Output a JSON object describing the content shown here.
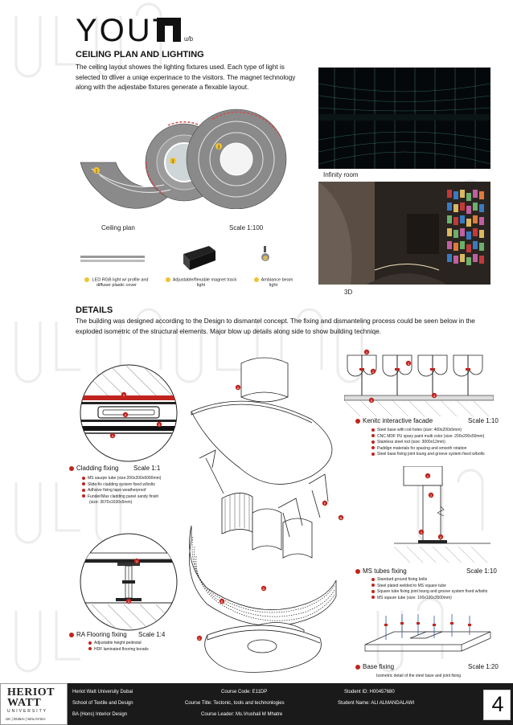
{
  "brand": {
    "logo_text": "YOUT",
    "logo_sub": "u/b"
  },
  "ceiling": {
    "title": "CEILING PLAN AND LIGHTING",
    "paragraph": "The ceiling layout showes the lighting fixtures used. Each type of light is selected to dliver a uniqe experinace to the visitors. The magnet technology along with the adjestabe fixtures generate a flexable layout.",
    "plan_label": "Ceiling plan",
    "scale": "Scale 1:100",
    "infinity_label": "Infinity room",
    "render_label": "3D",
    "markers": [
      "1",
      "2",
      "3"
    ],
    "fixtures": [
      {
        "num": "1",
        "label": "LED RGB light w/ profile and diffuser plastic cover"
      },
      {
        "num": "2",
        "label": "Adjustable/flexable magnet track light"
      },
      {
        "num": "3",
        "label": "Ambiance beam light"
      }
    ]
  },
  "details": {
    "title": "DETAILS",
    "paragraph": "The building was designed according to the Design to dismantel concept. The fixing and dismanteling process could be seen below in the exploded isometric of the structural elements. Major blow up details along side to show building techniqe.",
    "iso_markers": [
      "A",
      "B",
      "C",
      "D",
      "E",
      "F"
    ],
    "cladding": {
      "letter": "D",
      "title": "Cladding fixing",
      "scale": "Scale 1:1",
      "markers": [
        "1",
        "2",
        "3",
        "4"
      ],
      "items": [
        {
          "num": "1",
          "text": "MS sauqre tube (size:200x200x6000mm)"
        },
        {
          "num": "2",
          "text": "Slide-fix cladding system fixed w/bolts"
        },
        {
          "num": "3",
          "text": "Adhsive fixing tape weatherproof"
        },
        {
          "num": "4",
          "text": "Funder/Max cladding panel sandy finish"
        },
        {
          "num": "",
          "text": "(size: 3670x1630x5mm)"
        }
      ]
    },
    "flooring": {
      "letter": "E",
      "title": "RA Flooring fixing",
      "scale": "Scale 1:4",
      "markers": [
        "1",
        "2"
      ],
      "items": [
        {
          "num": "1",
          "text": "Adjustable height pedestal"
        },
        {
          "num": "2",
          "text": "HDF laminated flooring borads"
        }
      ]
    },
    "facade": {
      "letter": "A",
      "title": "Kenitc interactive facade",
      "scale": "Scale 1:10",
      "markers": [
        "1",
        "2",
        "3",
        "4",
        "5"
      ],
      "items": [
        {
          "num": "1",
          "text": "Steel base with rod holes (size: 400x200x5mm)"
        },
        {
          "num": "2",
          "text": "CNC MDF PU spary paint multi color (size: 200x200x50mm)"
        },
        {
          "num": "3",
          "text": "Stainless steel rod (size: 3000x12mm)"
        },
        {
          "num": "4",
          "text": "Paddign materials for spacing and smooth rotation"
        },
        {
          "num": "5",
          "text": "Steel base fixing joint toung and groove system fixed w/bolts"
        }
      ]
    },
    "mstubes": {
      "letter": "B",
      "title": "MS tubes fixing",
      "scale": "Scale 1:10",
      "markers": [
        "1",
        "2",
        "3",
        "4"
      ],
      "items": [
        {
          "num": "1",
          "text": "Standard ground fixing bolts"
        },
        {
          "num": "2",
          "text": "Steel plated welded to MS square tube"
        },
        {
          "num": "3",
          "text": "Square tube fixing joint toung and groove system fixed w/bolts"
        },
        {
          "num": "4",
          "text": "MS sqaure tube (size: 100x100x3500mm)"
        }
      ]
    },
    "base": {
      "letter": "C",
      "title": "Base fixing",
      "scale": "Scale 1:20",
      "note": "Isometric detail of the steel base and joint fixing"
    }
  },
  "footer": {
    "uni_name_1": "HERIOT",
    "uni_name_2": "WATT",
    "uni_word": "UNIVERSITY",
    "uni_locations": "UK | DUBAI | MALAYSIA",
    "line1": "Heriot Watt University Dubai",
    "line2": "School of Textile and Design",
    "line3": "BA (Hons) Interior Design",
    "course_code": "Course Code: E11DP",
    "course_title": "Course Title: Tectonic, tools and technonlogies",
    "course_leader": "Course Leader: Ms.Vrushali M Mhatre",
    "student_id": "Student ID: H00457680",
    "student_name": "Student Name: ALI ALMANDALAWI",
    "page_number": "4"
  },
  "colors": {
    "accent_red": "#c0241e",
    "accent_yellow": "#f1c232",
    "footer_bg": "#1a1a1a"
  }
}
